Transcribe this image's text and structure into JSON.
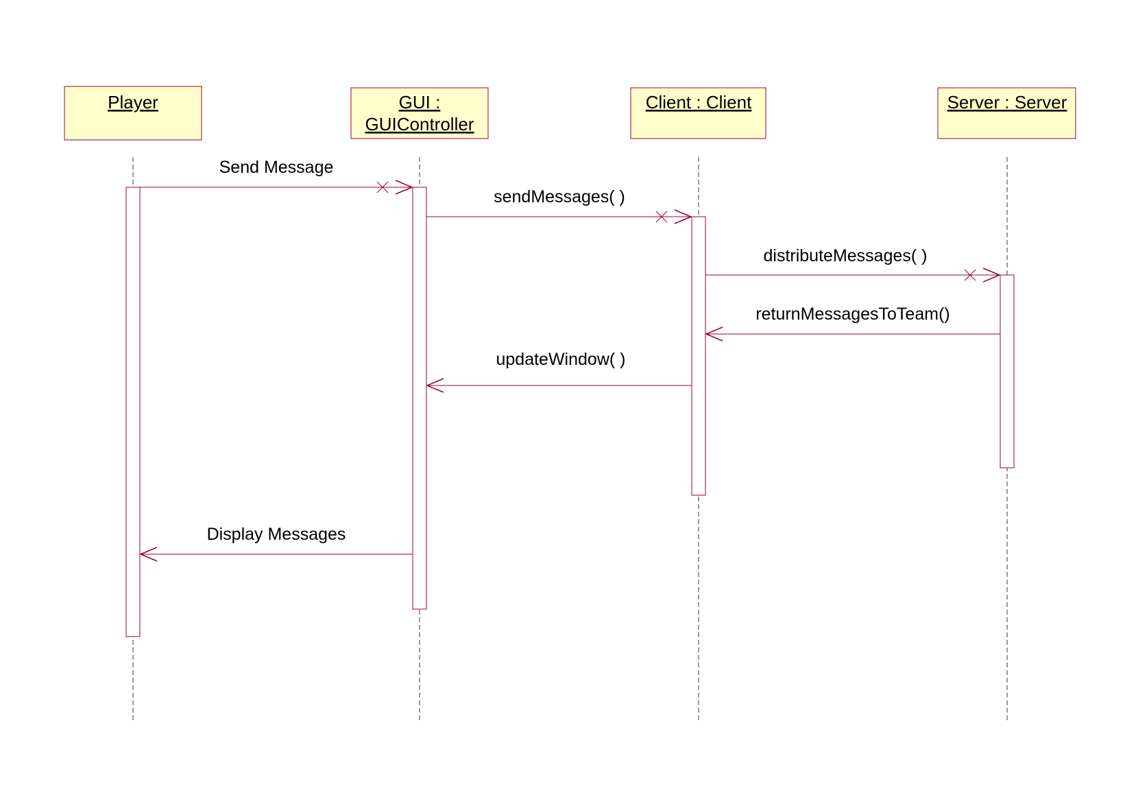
{
  "participants": [
    {
      "id": "player",
      "lines": [
        "Player"
      ]
    },
    {
      "id": "gui",
      "lines": [
        "GUI :",
        "GUIController"
      ]
    },
    {
      "id": "client",
      "lines": [
        "Client : Client"
      ]
    },
    {
      "id": "server",
      "lines": [
        "Server : Server"
      ]
    }
  ],
  "messages": [
    {
      "id": "send-message",
      "label": "Send Message",
      "from": "player",
      "to": "gui",
      "kind": "async"
    },
    {
      "id": "send-messages",
      "label": "sendMessages( )",
      "from": "gui",
      "to": "client",
      "kind": "async"
    },
    {
      "id": "distribute-messages",
      "label": "distributeMessages( )",
      "from": "client",
      "to": "server",
      "kind": "async"
    },
    {
      "id": "return-messages-to-team",
      "label": "returnMessagesToTeam()",
      "from": "server",
      "to": "client",
      "kind": "return"
    },
    {
      "id": "update-window",
      "label": "updateWindow( )",
      "from": "client",
      "to": "gui",
      "kind": "return"
    },
    {
      "id": "display-messages",
      "label": "Display Messages",
      "from": "gui",
      "to": "player",
      "kind": "return"
    }
  ],
  "colors": {
    "header_fill": "#ffffcc",
    "line": "#990033",
    "lifeline": "#333333"
  }
}
